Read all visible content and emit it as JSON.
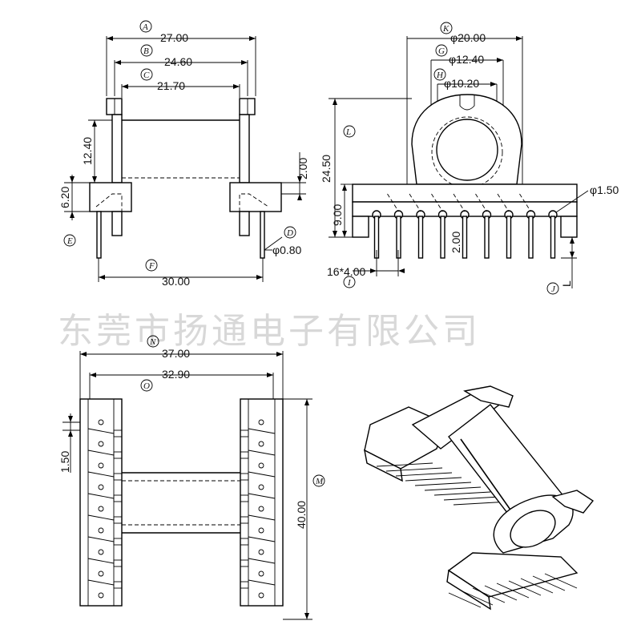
{
  "watermark": "东莞市扬通电子有限公司",
  "tags": [
    "A",
    "B",
    "C",
    "D",
    "E",
    "F",
    "G",
    "H",
    "I",
    "J",
    "K",
    "L",
    "M",
    "N",
    "O"
  ],
  "dims": {
    "a": "27.00",
    "b": "24.60",
    "c": "21.70",
    "h1": "12.40",
    "h2": "2.00",
    "h3": "6.20",
    "pin": "φ0.80",
    "f": "30.00",
    "k": "φ20.00",
    "g": "φ12.40",
    "hh": "φ10.20",
    "l": "24.50",
    "base": "9.00",
    "pitch": "2.00",
    "hole": "φ1.50",
    "pins": "16*4.00",
    "jl": "L",
    "n": "37.00",
    "o": "32.90",
    "p": "1.50",
    "m": "40.00"
  }
}
